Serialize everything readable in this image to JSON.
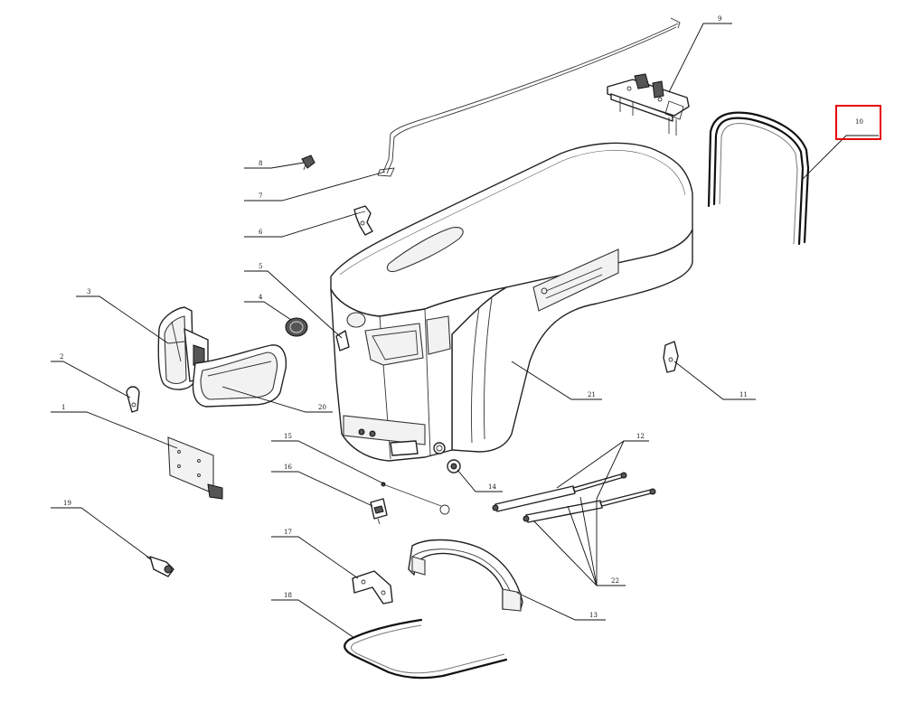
{
  "diagram": {
    "highlight": {
      "callout": "10",
      "color": "#e60000"
    },
    "callouts": [
      {
        "id": "c1",
        "label": "1"
      },
      {
        "id": "c2",
        "label": "2"
      },
      {
        "id": "c3",
        "label": "3"
      },
      {
        "id": "c4",
        "label": "4"
      },
      {
        "id": "c5",
        "label": "5"
      },
      {
        "id": "c6",
        "label": "6"
      },
      {
        "id": "c7",
        "label": "7"
      },
      {
        "id": "c8",
        "label": "8"
      },
      {
        "id": "c9",
        "label": "9"
      },
      {
        "id": "c10",
        "label": "10"
      },
      {
        "id": "c11",
        "label": "11"
      },
      {
        "id": "c12",
        "label": "12"
      },
      {
        "id": "c13",
        "label": "13"
      },
      {
        "id": "c14",
        "label": "14"
      },
      {
        "id": "c15",
        "label": "15"
      },
      {
        "id": "c16",
        "label": "16"
      },
      {
        "id": "c17",
        "label": "17"
      },
      {
        "id": "c18",
        "label": "18"
      },
      {
        "id": "c19",
        "label": "19"
      },
      {
        "id": "c20",
        "label": "20"
      },
      {
        "id": "c21",
        "label": "21"
      },
      {
        "id": "c22",
        "label": "22"
      }
    ]
  }
}
